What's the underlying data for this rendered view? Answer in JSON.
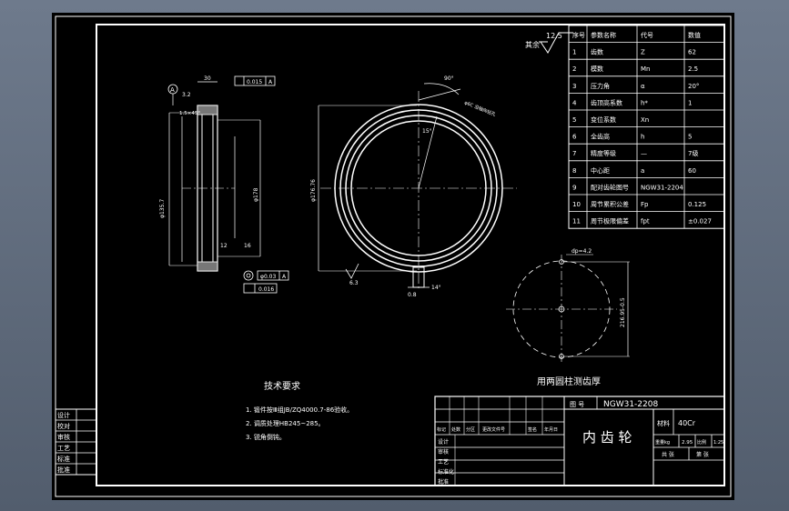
{
  "drawing": {
    "roughness_symbol": "12.5",
    "roughness_note": "其余",
    "params_table": {
      "headers": [
        "序号",
        "参数名称",
        "代号",
        "数值"
      ],
      "rows": [
        [
          "1",
          "齿数",
          "Z",
          "62"
        ],
        [
          "2",
          "模数",
          "Mn",
          "2.5"
        ],
        [
          "3",
          "压力角",
          "α",
          "20°"
        ],
        [
          "4",
          "齿顶高系数",
          "h*",
          "1"
        ],
        [
          "5",
          "变位系数",
          "Xn",
          ""
        ],
        [
          "6",
          "全齿高",
          "h",
          "5"
        ],
        [
          "7",
          "精度等级",
          "—",
          "7级"
        ],
        [
          "8",
          "中心距",
          "a",
          "60"
        ],
        [
          "9",
          "配对齿轮图号",
          "NGW31-2204",
          ""
        ],
        [
          "10",
          "周节累积公差",
          "Fp",
          "0.125"
        ],
        [
          "11",
          "周节极限偏差",
          "fpt",
          "±0.027"
        ]
      ]
    },
    "side_view": {
      "width_dim": "30",
      "flatness": "0.015",
      "datum_a": "A",
      "chamfer": "1.5×45°",
      "left_label": "φ135.7",
      "right_label": "φ178",
      "runout": "φ0.03",
      "runout_ref": "A",
      "parallel": "0.016",
      "rough1": "3.2",
      "rough2": "16",
      "rough3": "12"
    },
    "front_view": {
      "angle": "90°",
      "callout": "φ6C 沿轴向钻孔",
      "angle2": "15°",
      "dia_label": "φ176.76",
      "rough": "6.3",
      "keyway": "0.8",
      "key_dim": "14°"
    },
    "measure_view": {
      "title": "用两圆柱测齿厚",
      "dia_label": "dp=4.2",
      "span_label": "216.95-0.5"
    },
    "tech_requirements": {
      "title": "技术要求",
      "items": [
        "1.  锻件按Ⅲ组JB/ZQ4000.7-86验收。",
        "2.  调质处理HB245~285。",
        "3.  锐角倒钝。"
      ]
    },
    "title_block": {
      "drawing_no_label": "图 号",
      "drawing_no": "NGW31-2208",
      "part_name": "内 齿 轮",
      "material_label": "材料",
      "material": "40Cr",
      "weight_label": "重量kg",
      "weight": "2.95",
      "scale_label": "比例",
      "scale": "1:25",
      "sheets_label": "共 张",
      "sheet_label": "第 张",
      "rev_headers": [
        "标记",
        "处数",
        "分区",
        "更改文件号",
        "签名",
        "年月日"
      ],
      "sign_labels": [
        "设计",
        "审核",
        "工艺",
        "标准化",
        "批准"
      ],
      "side_labels": [
        "设计",
        "校对",
        "审核",
        "工艺",
        "标准",
        "批准"
      ]
    }
  }
}
